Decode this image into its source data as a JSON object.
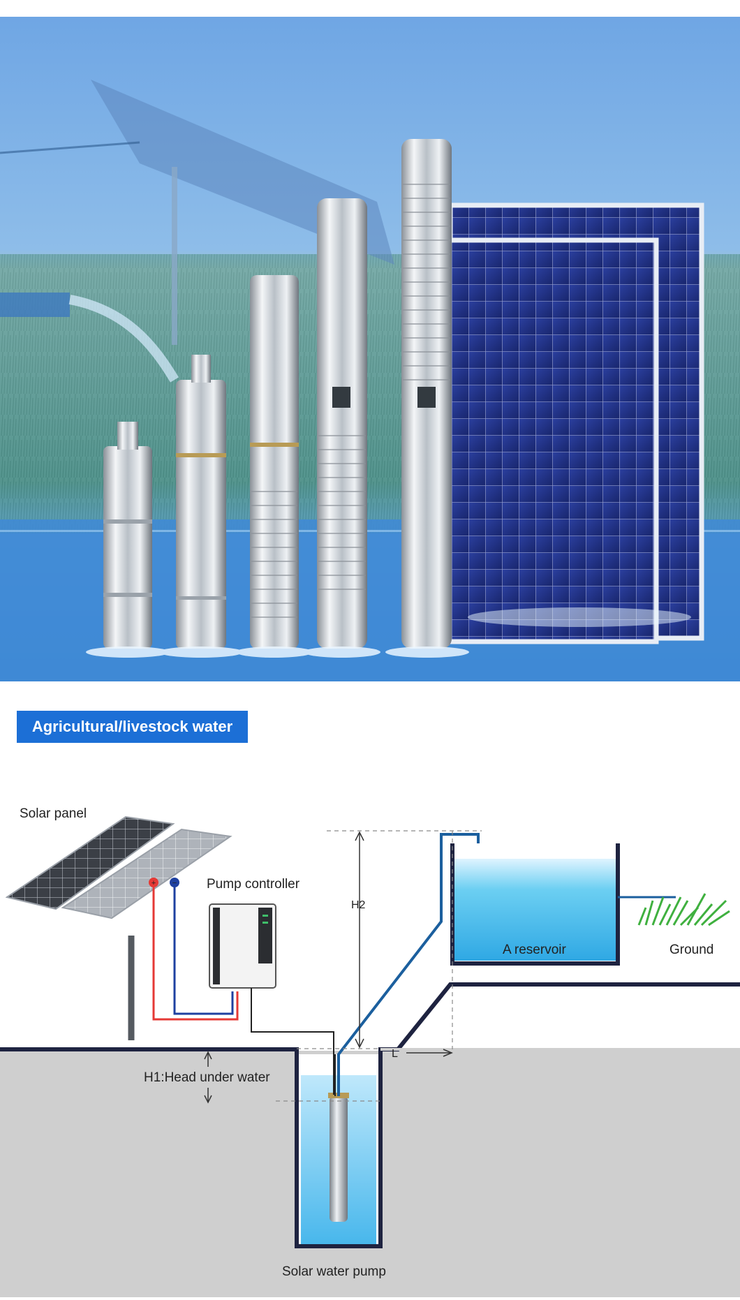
{
  "section_badge": "Agricultural/livestock water",
  "diagram": {
    "solar_panel": "Solar panel",
    "pump_controller": "Pump controller",
    "h2": "H2",
    "reservoir": "A reservoir",
    "ground": "Ground",
    "l": "L",
    "h1": "H1:Head under water",
    "pump": "Solar water pump",
    "plus_symbol": "+",
    "minus_symbol": "−"
  },
  "colors": {
    "badge": "#1c6fd6",
    "sky": "#4f8fd6",
    "water": "#4fb8e8",
    "pipe": "#1b5f9e",
    "ground_line": "#1e2340",
    "ground_fill": "#cfcfcf",
    "wire_red": "#e53935",
    "wire_blue": "#1e40a0"
  }
}
